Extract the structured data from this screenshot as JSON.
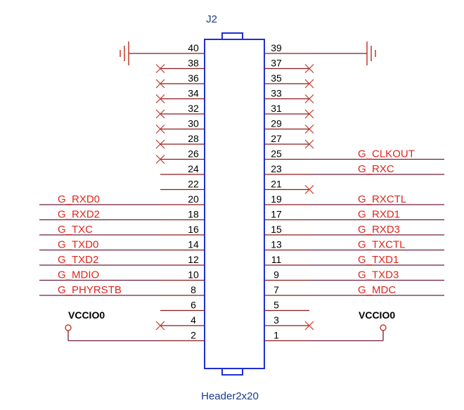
{
  "component": {
    "designator": "J2",
    "part_name": "Header2x20"
  },
  "colors": {
    "body": "#1f2fd4",
    "pin_line": "#8a1a1a",
    "net_wire": "#6e1d3f",
    "net_label": "#e0241b",
    "no_connect": "#c0392b",
    "ground": "#c0392b",
    "power": "#c0392b",
    "text": "#000000"
  },
  "power": {
    "left_label": "VCCIO0",
    "right_label": "VCCIO0",
    "left_icon": "power-pin-icon",
    "right_icon": "power-pin-icon",
    "ground_icon": "ground-icon",
    "no_connect_icon": "no-connect-cross-icon"
  },
  "left_pins": [
    {
      "num": "40",
      "net": "",
      "conn": "gnd"
    },
    {
      "num": "38",
      "net": "",
      "conn": "nc"
    },
    {
      "num": "36",
      "net": "",
      "conn": "nc"
    },
    {
      "num": "34",
      "net": "",
      "conn": "nc"
    },
    {
      "num": "32",
      "net": "",
      "conn": "nc"
    },
    {
      "num": "30",
      "net": "",
      "conn": "nc"
    },
    {
      "num": "28",
      "net": "",
      "conn": "nc"
    },
    {
      "num": "26",
      "net": "",
      "conn": "nc"
    },
    {
      "num": "24",
      "net": "",
      "conn": "none"
    },
    {
      "num": "22",
      "net": "",
      "conn": "none"
    },
    {
      "num": "20",
      "net": "G_RXD0",
      "conn": "net"
    },
    {
      "num": "18",
      "net": "G_RXD2",
      "conn": "net"
    },
    {
      "num": "16",
      "net": "G_TXC",
      "conn": "net"
    },
    {
      "num": "14",
      "net": "G_TXD0",
      "conn": "net"
    },
    {
      "num": "12",
      "net": "G_TXD2",
      "conn": "net"
    },
    {
      "num": "10",
      "net": "G_MDIO",
      "conn": "net"
    },
    {
      "num": "8",
      "net": "G_PHYRSTB",
      "conn": "net"
    },
    {
      "num": "6",
      "net": "",
      "conn": "none"
    },
    {
      "num": "4",
      "net": "",
      "conn": "nc"
    },
    {
      "num": "2",
      "net": "",
      "conn": "vcc"
    }
  ],
  "right_pins": [
    {
      "num": "39",
      "net": "",
      "conn": "gnd"
    },
    {
      "num": "37",
      "net": "",
      "conn": "nc"
    },
    {
      "num": "35",
      "net": "",
      "conn": "nc"
    },
    {
      "num": "33",
      "net": "",
      "conn": "nc"
    },
    {
      "num": "31",
      "net": "",
      "conn": "nc"
    },
    {
      "num": "29",
      "net": "",
      "conn": "nc"
    },
    {
      "num": "27",
      "net": "",
      "conn": "nc"
    },
    {
      "num": "25",
      "net": "G_CLKOUT",
      "conn": "net"
    },
    {
      "num": "23",
      "net": "G_RXC",
      "conn": "net"
    },
    {
      "num": "21",
      "net": "",
      "conn": "nc"
    },
    {
      "num": "19",
      "net": "G_RXCTL",
      "conn": "net"
    },
    {
      "num": "17",
      "net": "G_RXD1",
      "conn": "net"
    },
    {
      "num": "15",
      "net": "G_RXD3",
      "conn": "net"
    },
    {
      "num": "13",
      "net": "G_TXCTL",
      "conn": "net"
    },
    {
      "num": "11",
      "net": "G_TXD1",
      "conn": "net"
    },
    {
      "num": "9",
      "net": "G_TXD3",
      "conn": "net"
    },
    {
      "num": "7",
      "net": "G_MDC",
      "conn": "net"
    },
    {
      "num": "5",
      "net": "",
      "conn": "none"
    },
    {
      "num": "3",
      "net": "",
      "conn": "nc"
    },
    {
      "num": "1",
      "net": "",
      "conn": "vcc"
    }
  ]
}
